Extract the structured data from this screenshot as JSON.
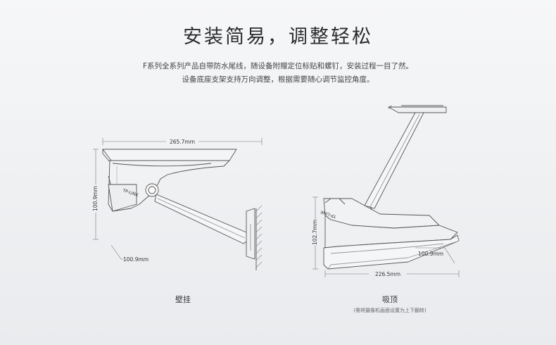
{
  "heading": {
    "title": "安装简易，调整轻松",
    "line1": "F系列全系列产品自带防水尾线，随设备附赠定位标贴和螺钉，安装过程一目了然。",
    "line2": "设备底座支架支持万向调整，根据需要随心调节监控角度。"
  },
  "wall_mount": {
    "caption": "壁挂",
    "brand": "TP-LINK",
    "dim_width": "265.7mm",
    "dim_height": "100.9mm",
    "dim_base": "100.9mm"
  },
  "ceiling_mount": {
    "caption": "吸顶",
    "note": "(需将摄像机画面设置为上下翻转)",
    "brand": "TP-LINK",
    "dim_height": "102.7mm",
    "dim_base": "100.9mm",
    "dim_width": "226.5mm"
  },
  "colors": {
    "line": "#555555",
    "text": "#333333"
  }
}
